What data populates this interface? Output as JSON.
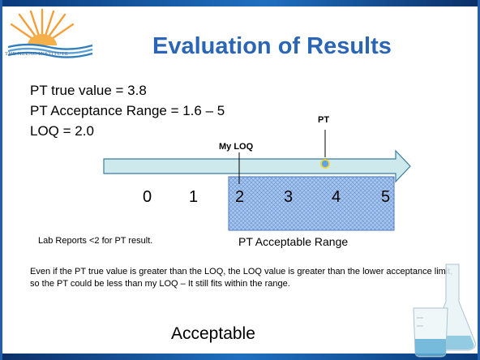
{
  "branding": {
    "logo_text": "THE NELAC INSTITUTE",
    "logo_colors": {
      "sun": "#f2a03a",
      "waves": "#2f7fc0"
    }
  },
  "slide": {
    "title": "Evaluation of Results",
    "info_lines": [
      "PT true value = 3.8",
      "PT Acceptance Range = 1.6 – 5",
      "LOQ = 2.0"
    ],
    "number_line": {
      "ticks": [
        "0",
        "1",
        "2",
        "3",
        "4",
        "5"
      ],
      "loq_label": "My LOQ",
      "pt_label": "PT",
      "range_label": "PT Acceptable Range",
      "arrow_color": "#cde9ec",
      "arrow_border": "#3a7ca0",
      "range_fill": "#a9c7ee",
      "range_border": "#4a78c0",
      "pt_marker_color": "#5aa6e6",
      "pt_marker_ring": "#f2d23a"
    },
    "lab_report": "Lab Reports <2 for PT result.",
    "explanation": "Even if the PT true value is greater than the LOQ, the LOQ value is greater than the lower acceptance limit, so the PT could be less than my LOQ – It still fits within the range.",
    "verdict": "Acceptable"
  }
}
